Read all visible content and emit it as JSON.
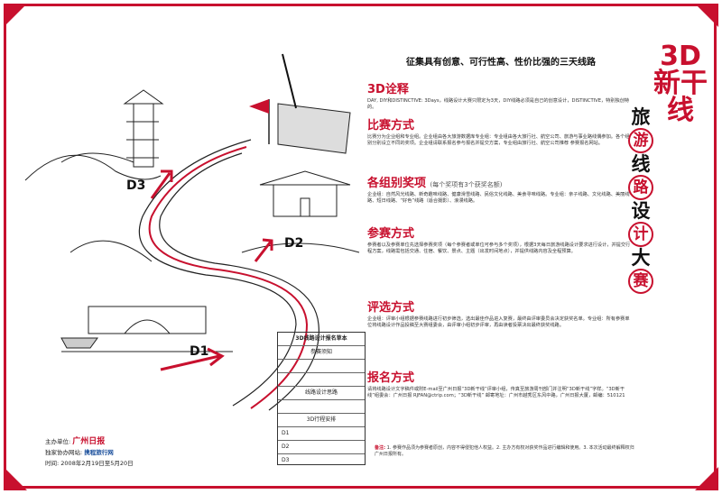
{
  "headline": "征集具有创意、可行性高、性价比强的三天线路",
  "title": {
    "top": "3D新干线",
    "chars": [
      "旅",
      "游",
      "线",
      "路",
      "设",
      "计",
      "大",
      "赛"
    ]
  },
  "sections": [
    {
      "id": "intro",
      "title": "3D诠释",
      "sub": "",
      "body": "DAY, DIY和DISTINCTIVE: 3Days，线路设计大赛只限定为3天，DIY线路必须是自己的创意设计，DISTINCTIVE，特别独创特的。"
    },
    {
      "id": "format",
      "title": "比赛方式",
      "sub": "",
      "body": "比赛分为企业组和专业组。企业组由各大旅游数据库专业组：专业组由各大旅行社、航空公司、旅游与事业路线偶参加。各个组别分别设立不同的奖项。企业组请联系报名参与报名并提交方案，专业组由旅行社、航空公司推荐 参赛报名网站。"
    },
    {
      "id": "awards",
      "title": "各组别奖项",
      "sub": "(每个奖项有3个获奖名额)",
      "body": "企业组：自然风光线路、新奇趣味线路、健康滑雪线路、民俗文化线路、美食寻味线路。专业组：亲子线路、文化线路、美丽线路、短日线路、“好色”线路（适合摄影）、浪漫线路。"
    },
    {
      "id": "join",
      "title": "参赛方式",
      "sub": "",
      "body": "参赛者以及参赛单位先选择参赛奖项（每个参赛者或单位可参与多个奖项），根据3天每日旅游线路设计要求进行设计，并提交行程方案，线路需包括交通、住宿、餐饮、景点、主题（出发时间地点），并提供线路内容及全程预算。"
    },
    {
      "id": "judge",
      "title": "评选方式",
      "sub": "",
      "body": "企业组：评审小组根据参赛线路进行初步筛选，选出最佳作品进入复赛，最终由评审委员会决定获奖名单。专业组：所有参赛单位将线路设计作品投稿至大赛组委会，由评审小组初步评审，再由读者投票决出最终获奖线路。"
    },
    {
      "id": "signup",
      "title": "报名方式",
      "sub": "",
      "body": "请将线路设计文字稿件或附E-mail至广州日报“3D新干线”评审小组，传真至旅游周刊部门并注明“3D新干线”字样。“3D新干线”组委会：广州日报 RJFAN@ctrip.com；“3D新干线” 邮寄地址：广州市越秀区东风中路，广州日报大厦，邮编：510121"
    }
  ],
  "form": {
    "title": "3D线路设计报名草本",
    "section1": "参赛须知",
    "section2": "线路设计思路",
    "section3": "3D行程安排",
    "rows": [
      "D1",
      "D2",
      "D3"
    ]
  },
  "sponsors": {
    "host_label": "主办单位:",
    "host": "广州日报",
    "co_label": "独家协办网站:",
    "co": "携程旅行网",
    "time_label": "时间:",
    "time": "2008年2月19日至5月20日"
  },
  "note": {
    "label": "备注:",
    "text": "1. 参赛作品须为参赛者原创，内容不得侵犯他人权益。2. 主办方有权对获奖作品进行编辑和使用。3. 本次活动最终解释权归广州日报所有。"
  },
  "days": [
    "D1",
    "D2",
    "D3"
  ],
  "colors": {
    "accent": "#c8102e"
  }
}
